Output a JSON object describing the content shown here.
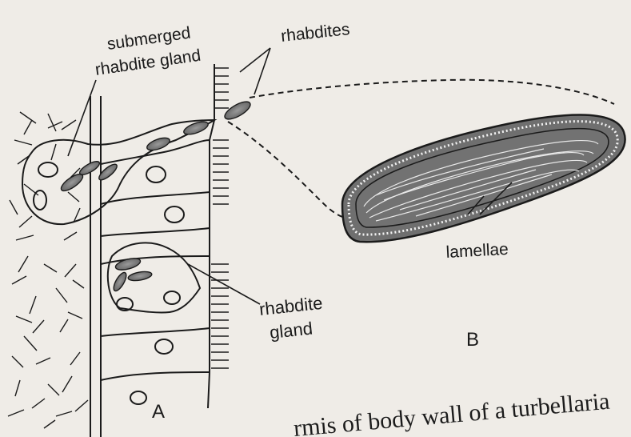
{
  "labels": {
    "submerged_line1": "submerged",
    "submerged_line2": "rhabdite gland",
    "rhabdites": "rhabdites",
    "rhabdite_gland_line1": "rhabdite",
    "rhabdite_gland_line2": "gland",
    "lamellae": "lamellae",
    "panel_a": "A",
    "panel_b": "B"
  },
  "caption": {
    "text": "rmis of body wall of a turbellaria"
  },
  "colors": {
    "background": "#efece7",
    "ink": "#1b1b1b",
    "rhabdite_fill": "#7c7c7c"
  }
}
